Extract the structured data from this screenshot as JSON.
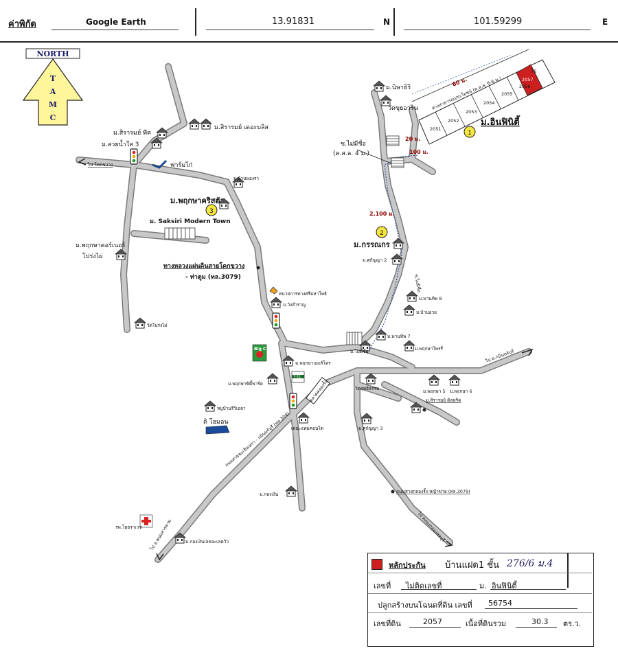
{
  "header": {
    "coord_label": "ค่าพิกัด",
    "source": "Google Earth",
    "latitude": "13.91831",
    "lat_dir": "N",
    "longitude": "101.59299",
    "lon_dir": "E"
  },
  "compass": {
    "word": "NORTH",
    "letters": [
      "T",
      "A",
      "M",
      "C"
    ]
  },
  "labels": {
    "m_infinity": "ม.อินฟินิตี้",
    "m_nipha": "ม.นิษาธิริ",
    "wat_khao": "วัดขุยอาริน",
    "road_prok": "ทางสาธารณประโยชน์ (ค.ส.ล. 6-6 ม.)",
    "dist_60": "60 ม.",
    "dist_20": "20 ม.",
    "dist_100": "100 ม.",
    "dist_2100": "2,100 ม.",
    "soi_maimichue": "ซ.ไม่มีชื่อ",
    "soi_kssl": "(ค.ส.ล. 4 ม.)",
    "m_kornnakorn": "ม.กรรณกร",
    "m_suksangya2": "ม.ศุกัญญา 2",
    "m_panthip8": "ม.พานทิพ 8",
    "m_banuay": "ม.บ้านอวย",
    "m_panthip7": "ม.พานทิพ 7",
    "m_maimichue": "ม.ไม่มีชื่อ",
    "m_pruksaphairi": "ม.พฤกษาไพรรี่",
    "to_kabinburi": "ไป อ.กบินทร์บุรี",
    "m_pruksa5": "ม.พฤกษา 5",
    "m_pruksa6": "ม.พฤกษา 6",
    "m_siram_dew": "ม.สิรารมย์ ดิลหริค",
    "wat_suthi": "วัดสุทธิธรรม",
    "m_suksangya3": "ม.ศุกัญญา 3",
    "road_3079b": "ถนนสายกลองรั้ง-หญ้าข่าย (ทล.3079)",
    "to_khlong": "ไป คลองกลองชลบุรี",
    "m_siram_peak": "ม.สิรารมย์ พีค",
    "m_suay3": "ม.สวยน้ำใส 3",
    "m_siram_bliss": "ม.สิรารมย์ เดอะบลิส",
    "to_kokkwang": "ไป โคกขวาง",
    "farm_kai": "ฟาร์มไก่",
    "m_banphongkra": "ม.บ้านพองรา",
    "m_pruksa_crystal": "ม.พฤกษาคริสตัล",
    "m_saksiri": "ม. Saksiri Modern Town",
    "m_pruksa_corner": "ม.พฤกษาคอร์เนอร์",
    "prong_phai": "โปร่งไผ่",
    "highway_label1": "ทางหลวงแผ่นดินสายโคกขวาง",
    "highway_label2": "- ท่าตูม (ทล.3079)",
    "wat_prongphai": "วัดโปร่งไผ่",
    "office_label": "หน่วยการทางศรีมหาโพธิ",
    "m_wangsamran": "ม.วังสำราญ",
    "m_pruksa_amos": "ม.พฤกษาเมอร์โทร",
    "m_pruksa_city": "ม.พฤกษาซิตี้พาร์ค",
    "m_village_riviera": "หมู่บ้านรีวิเอล่า",
    "dihome": "ดิ โฮมอน",
    "market": "ตลาดคลองรั้ง",
    "m_dechkhamkondo": "เดอะแทมคอนโด",
    "road_304": "ถนนสายฉะเชิงเทรา - กบินทร์บุรี (ทล.304)",
    "m_kongngern": "ม.กองเงิน",
    "hospital": "รพ.โฮธราเวช",
    "to_phanom": "ไป อ.พนมสารคาม",
    "m_kongngern_lake": "ม.กองเงินเลคอะเลควิว",
    "seven": "7-11",
    "bigc": "Big C",
    "lot_nums": [
      "2051",
      "2052",
      "2053",
      "2054",
      "2055",
      "2056",
      "2057",
      "76"
    ],
    "circle_nums": [
      "1",
      "2",
      "3"
    ]
  },
  "info": {
    "marker_label": "หลักประกัน",
    "type_text": "บ้านแฝด1 ชั้น",
    "handwritten": "276/6 ม.4",
    "house_no_label": "เลขที่",
    "house_no_value": "ไม่ติดเลขที่",
    "village_prefix": "ม.",
    "village_value": "อินฟินิตี้",
    "deed_label": "ปลูกสร้างบนโฉนดที่ดิน เลขที่",
    "deed_value": "56754",
    "land_no_label": "เลขที่ดิน",
    "land_no_value": "2057",
    "area_label": "เนื้อที่ดินรวม",
    "area_value": "30.3",
    "area_unit": "ตร.ว."
  },
  "colors": {
    "road": "#c8c8c8",
    "road_edge": "#7a7a7a",
    "marker_red": "#cc1f1f",
    "circle_yellow": "#f5e642",
    "compass_yellow": "#fff59a"
  }
}
